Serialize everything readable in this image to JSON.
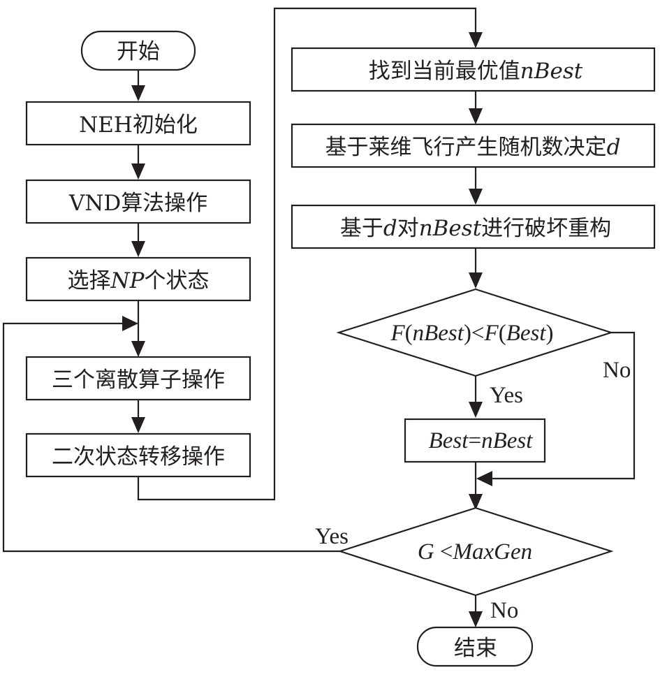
{
  "diagram": {
    "type": "flowchart",
    "nodes": {
      "start": {
        "text": "开始"
      },
      "neh": {
        "parts": [
          {
            "t": "NEH",
            "i": false
          },
          {
            "t": "初始化",
            "i": false
          }
        ]
      },
      "vnd": {
        "parts": [
          {
            "t": "VND",
            "i": false
          },
          {
            "t": "算法操作",
            "i": false
          }
        ]
      },
      "select": {
        "parts": [
          {
            "t": "选择",
            "i": false
          },
          {
            "t": "NP",
            "i": true
          },
          {
            "t": "个状态",
            "i": false
          }
        ]
      },
      "discrete": {
        "parts": [
          {
            "t": "三个离散算子操作",
            "i": false
          }
        ]
      },
      "transfer": {
        "parts": [
          {
            "t": "二次状态转移操作",
            "i": false
          }
        ]
      },
      "find_best": {
        "parts": [
          {
            "t": "找到当前最优值",
            "i": false
          },
          {
            "t": "nBest",
            "i": true
          }
        ]
      },
      "levy": {
        "parts": [
          {
            "t": "基于莱维飞行产生随机数决定",
            "i": false
          },
          {
            "t": "d",
            "i": true
          }
        ]
      },
      "destroy": {
        "parts": [
          {
            "t": "基于",
            "i": false
          },
          {
            "t": "d",
            "i": true
          },
          {
            "t": "对",
            "i": false
          },
          {
            "t": "nBest",
            "i": true
          },
          {
            "t": "进行破坏重构",
            "i": false
          }
        ]
      },
      "cond1": {
        "parts": [
          {
            "t": "F",
            "i": true
          },
          {
            "t": "(",
            "i": false
          },
          {
            "t": "nBest",
            "i": true
          },
          {
            "t": ")<",
            "i": false
          },
          {
            "t": "F",
            "i": true
          },
          {
            "t": "(",
            "i": false
          },
          {
            "t": "Best",
            "i": true
          },
          {
            "t": ")",
            "i": false
          }
        ]
      },
      "assign": {
        "parts": [
          {
            "t": "Best",
            "i": true
          },
          {
            "t": "=",
            "i": false
          },
          {
            "t": "nBest",
            "i": true
          }
        ]
      },
      "cond2": {
        "parts": [
          {
            "t": "G",
            "i": true
          },
          {
            "t": " <",
            "i": false
          },
          {
            "t": "MaxGen",
            "i": true
          }
        ]
      },
      "end": {
        "text": "结束"
      }
    },
    "edge_labels": {
      "cond1_yes": "Yes",
      "cond1_no": "No",
      "cond2_yes": "Yes",
      "cond2_no": "No"
    },
    "colors": {
      "stroke": "#231f20",
      "background": "#ffffff"
    }
  }
}
